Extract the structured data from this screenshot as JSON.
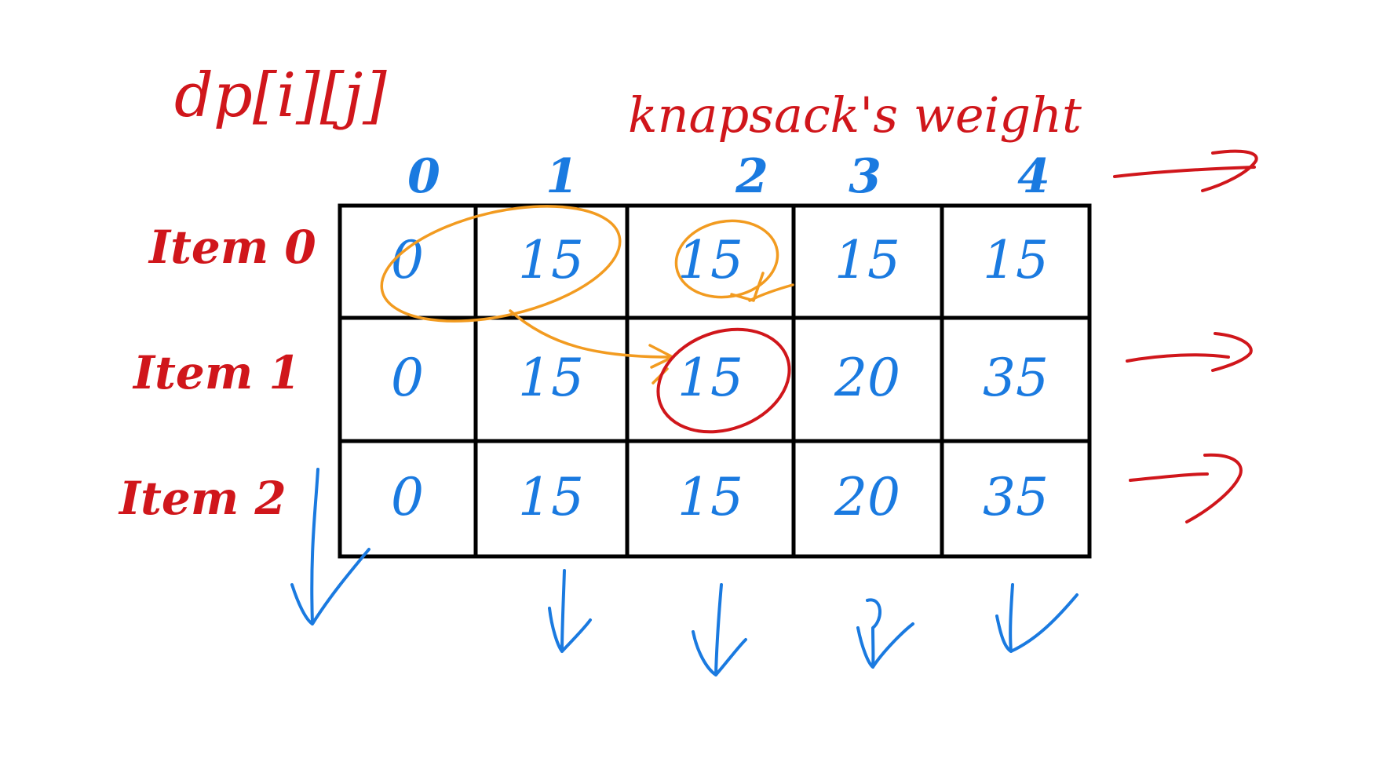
{
  "title": "dp[i][j]",
  "column_header_label": "knapsack's weight",
  "columns": [
    "0",
    "1",
    "2",
    "3",
    "4"
  ],
  "rows": [
    {
      "label": "Item 0",
      "cells": [
        "0",
        "15",
        "15",
        "15",
        "15"
      ]
    },
    {
      "label": "Item 1",
      "cells": [
        "0",
        "15",
        "15",
        "20",
        "35"
      ]
    },
    {
      "label": "Item 2",
      "cells": [
        "0",
        "15",
        "15",
        "20",
        "35"
      ]
    }
  ],
  "highlight": {
    "target_cell": {
      "row": 1,
      "col": 2
    },
    "source_cells": [
      {
        "row": 0,
        "col": 0
      },
      {
        "row": 0,
        "col": 1
      },
      {
        "row": 0,
        "col": 2
      }
    ]
  },
  "colors": {
    "title": "#d0161b",
    "labels": "#d0161b",
    "values": "#1a7ae0",
    "grid": "#000000",
    "source_highlight": "#f29b20",
    "target_highlight": "#d0161b",
    "down_arrows": "#1a7ae0",
    "right_arrows": "#d0161b"
  }
}
